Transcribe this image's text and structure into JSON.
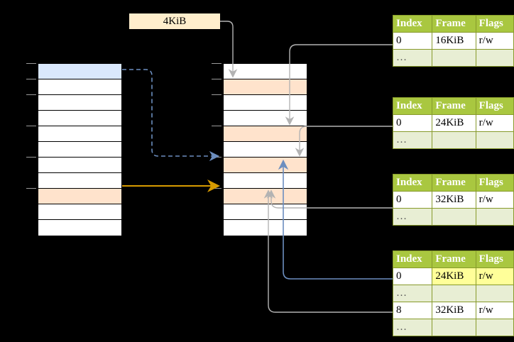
{
  "diagram": {
    "title_label": "4KiB",
    "page_directory": {
      "name": "page-directory",
      "rows": 11,
      "highlight_blue_rows": [
        0
      ],
      "highlight_peach_rows": [
        8
      ]
    },
    "page_table": {
      "name": "page-table",
      "rows": 11,
      "highlight_peach_rows": [
        1,
        4,
        6,
        8
      ]
    },
    "frame_tables": [
      {
        "id": "frame-table-1",
        "headers": [
          "Index",
          "Frame",
          "Flags"
        ],
        "rows": [
          {
            "cells": [
              "0",
              "16KiB",
              "r/w"
            ],
            "alt": false,
            "highlight": []
          },
          {
            "cells": [
              "…",
              "",
              ""
            ],
            "alt": true,
            "highlight": []
          }
        ]
      },
      {
        "id": "frame-table-2",
        "headers": [
          "Index",
          "Frame",
          "Flags"
        ],
        "rows": [
          {
            "cells": [
              "0",
              "24KiB",
              "r/w"
            ],
            "alt": false,
            "highlight": []
          },
          {
            "cells": [
              "…",
              "",
              ""
            ],
            "alt": true,
            "highlight": []
          }
        ]
      },
      {
        "id": "frame-table-3",
        "headers": [
          "Index",
          "Frame",
          "Flags"
        ],
        "rows": [
          {
            "cells": [
              "0",
              "32KiB",
              "r/w"
            ],
            "alt": false,
            "highlight": []
          },
          {
            "cells": [
              "…",
              "",
              ""
            ],
            "alt": true,
            "highlight": []
          }
        ]
      },
      {
        "id": "frame-table-4",
        "headers": [
          "Index",
          "Frame",
          "Flags"
        ],
        "rows": [
          {
            "cells": [
              "0",
              "24KiB",
              "r/w"
            ],
            "alt": false,
            "highlight": [
              1,
              2
            ]
          },
          {
            "cells": [
              "…",
              "",
              ""
            ],
            "alt": true,
            "highlight": []
          },
          {
            "cells": [
              "8",
              "32KiB",
              "r/w"
            ],
            "alt": false,
            "highlight": []
          },
          {
            "cells": [
              "…",
              "",
              ""
            ],
            "alt": true,
            "highlight": []
          }
        ]
      }
    ],
    "colors": {
      "background": "#000000",
      "row_blue": "#dae8fc",
      "row_peach": "#ffe3cc",
      "label_bg": "#ffeecc",
      "header_green": "#a9c740",
      "alt_row_green": "#e8eed4",
      "highlight_yellow": "#ffff99",
      "arrow_blue": "#6c8ebf",
      "arrow_orange": "#d79b00",
      "connector_grey": "#b3b3b3"
    }
  }
}
